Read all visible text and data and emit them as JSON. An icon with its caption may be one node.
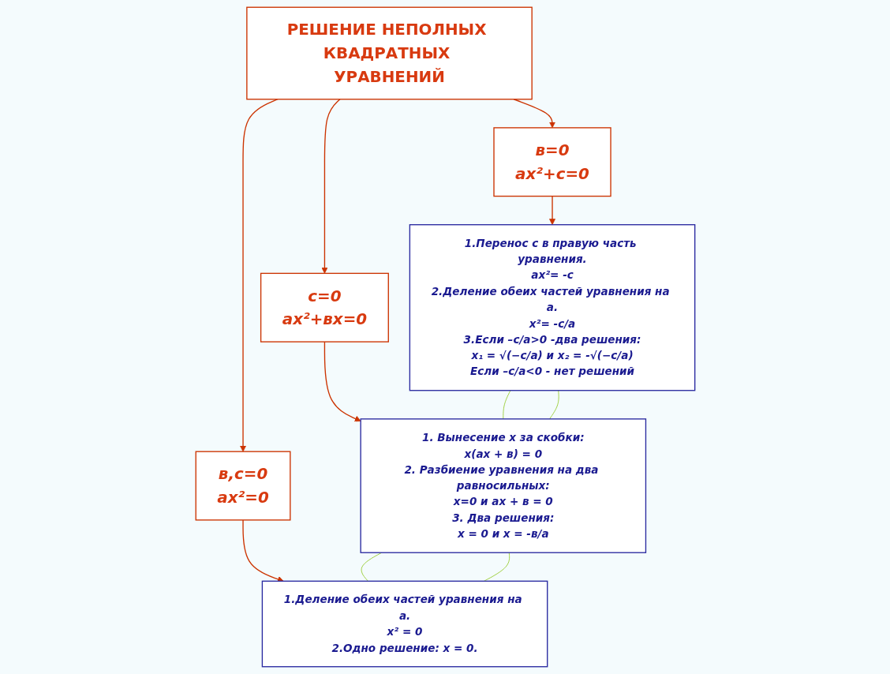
{
  "diagram": {
    "nodes": [
      {
        "text": [
          "РЕШЕНИЕ НЕПОЛНЫХ КВАДРАТНЫХ УРАВНЕНИЙ"
        ]
      },
      {
        "text": [
          "в=0",
          "ax²+c=0"
        ]
      },
      {
        "text": [
          "с=0",
          "ax²+вх=0"
        ]
      },
      {
        "text": [
          "в,с=0",
          "ax²=0"
        ]
      },
      {
        "text": [
          "1.Перенос с в правую часть уравнения.",
          "ax²= -с",
          "2.Деление обеих частей уравнения на а.",
          "x²= -с/а",
          "3.Если –с/а>0 -два решения:",
          "x₁ = √(−c/a) и x₂ = -√(−c/a)",
          "Если –с/а<0 - нет решений"
        ]
      },
      {
        "text": [
          "1. Вынесение х за скобки:",
          "х(ах + в) = 0",
          "2. Разбиение уравнения на два равносильных:",
          "х=0 и ах + в = 0",
          "3. Два решения:",
          "х = 0 и х = -в/а"
        ]
      },
      {
        "text": [
          "1.Деление обеих частей уравнения на а.",
          "x² = 0",
          "2.Одно решение: х = 0."
        ]
      }
    ],
    "edges": [
      {
        "from": 0,
        "to": 1,
        "arrow": "to"
      },
      {
        "from": 0,
        "to": 2,
        "arrow": "to"
      },
      {
        "from": 0,
        "to": 3,
        "arrow": "to"
      },
      {
        "from": 1,
        "to": 4,
        "arrow": "to"
      },
      {
        "from": 2,
        "to": 5,
        "arrow": "to"
      },
      {
        "from": 3,
        "to": 6,
        "arrow": "to"
      },
      {
        "from": 4,
        "to": 5,
        "arrow": "none",
        "color": "#99cc33"
      },
      {
        "from": 5,
        "to": 6,
        "arrow": "none",
        "color": "#99cc33"
      },
      {
        "from": 4,
        "to": 5,
        "arrow": "none",
        "color": "#99cc33"
      },
      {
        "from": 5,
        "to": 6,
        "arrow": "none",
        "color": "#99cc33"
      }
    ]
  }
}
